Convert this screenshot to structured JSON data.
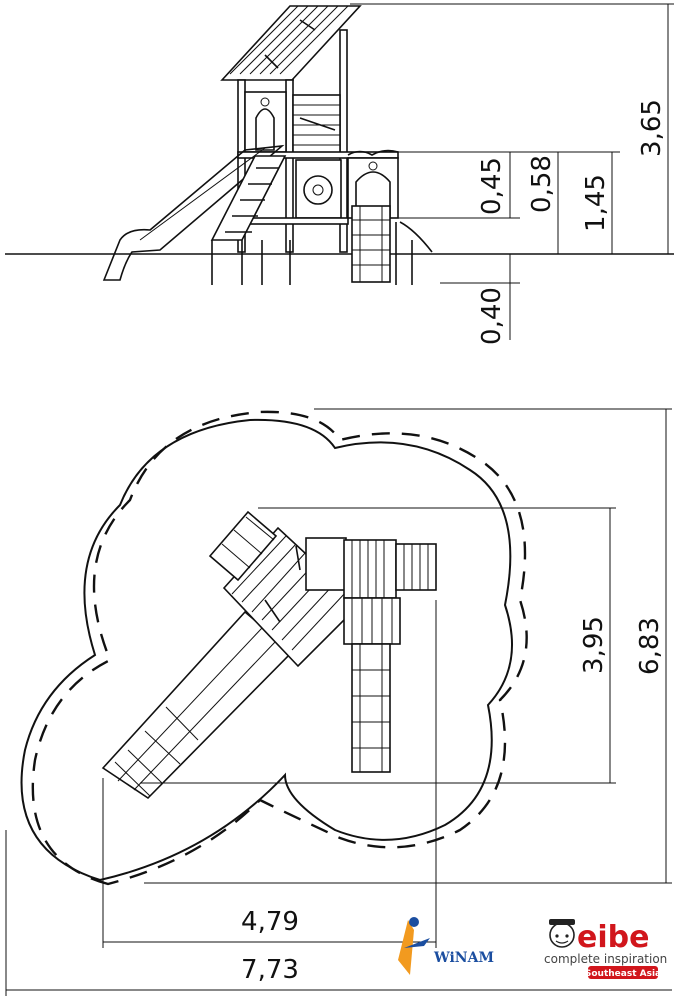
{
  "side_view": {
    "dimensions": {
      "total_height": "3,65",
      "platform_height": "1,45",
      "upper_rail": "0,58",
      "lower_rail": "0,45",
      "foundation_depth": "0,40"
    }
  },
  "plan_view": {
    "dimensions": {
      "inner_depth": "3,95",
      "outer_depth": "6,83",
      "inner_width": "4,79",
      "outer_width": "7,73"
    }
  },
  "logos": {
    "winam": "WiNAM",
    "eibe": "eibe",
    "eibe_tagline": "complete inspiration",
    "eibe_region": "Southeast Asia"
  }
}
